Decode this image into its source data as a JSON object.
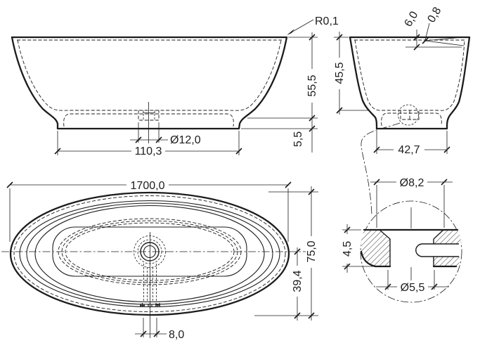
{
  "colors": {
    "ink": "#1c1c1c",
    "background": "#ffffff"
  },
  "front_view": {
    "dims": {
      "corner_radius": "R0,1",
      "height": "55,5",
      "base_height": "5,5",
      "drain_diameter": "Ø12,0",
      "base_length": "110,3"
    }
  },
  "side_view": {
    "dims": {
      "rim_inset": "6,0",
      "rim_edge_thickness": "0,8",
      "depth": "45,5",
      "base_width": "42,7"
    }
  },
  "plan_view": {
    "dims": {
      "length": "1700,0",
      "width": "75,0",
      "drain_axis_to_edge": "39,4",
      "overflow_channel": "8,0"
    }
  },
  "detail_view": {
    "dims": {
      "countersink_diameter": "Ø8,2",
      "thickness": "4,5",
      "hole_diameter": "Ø5,5"
    }
  }
}
